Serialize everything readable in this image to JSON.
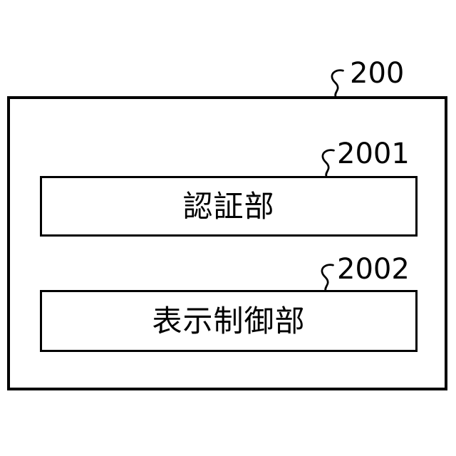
{
  "figure": {
    "type": "block-diagram",
    "outer_box": {
      "ref_label": "200"
    },
    "blocks": [
      {
        "ref_label": "2001",
        "name": "認証部"
      },
      {
        "ref_label": "2002",
        "name": "表示制御部"
      }
    ],
    "colors": {
      "line": "#000000",
      "background": "#ffffff"
    }
  }
}
